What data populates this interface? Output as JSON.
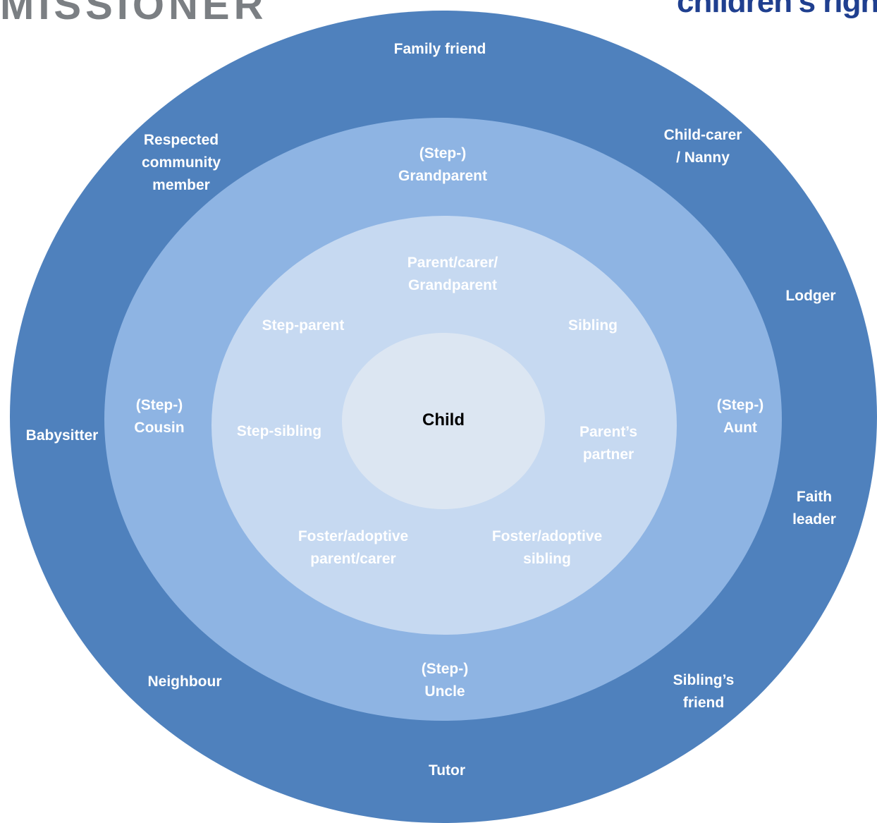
{
  "header": {
    "left_text": "MISSIONER",
    "right_text": "children's righ"
  },
  "colors": {
    "outer_ring": "#4f81bd",
    "second_ring": "#8eb4e3",
    "third_ring": "#c6d9f1",
    "center": "#dce6f2",
    "label_text": "#ffffff",
    "center_text": "#000000"
  },
  "diagram": {
    "center": {
      "label": "Child"
    },
    "inner_ring": {
      "labels": [
        "Parent/carer/\nGrandparent",
        "Step-parent",
        "Sibling",
        "Step-sibling",
        "Parent’s\npartner",
        "Foster/adoptive\nparent/carer",
        "Foster/adoptive\nsibling"
      ]
    },
    "middle_ring": {
      "labels": [
        "(Step-)\nGrandparent",
        "(Step-)\nCousin",
        "(Step-)\nAunt",
        "(Step-)\nUncle"
      ]
    },
    "outer_ring": {
      "labels": [
        "Family friend",
        "Respected\ncommunity\nmember",
        "Child-carer\n/ Nanny",
        "Lodger",
        "Babysitter",
        "Faith\nleader",
        "Neighbour",
        "Sibling’s\nfriend",
        "Tutor"
      ]
    }
  }
}
